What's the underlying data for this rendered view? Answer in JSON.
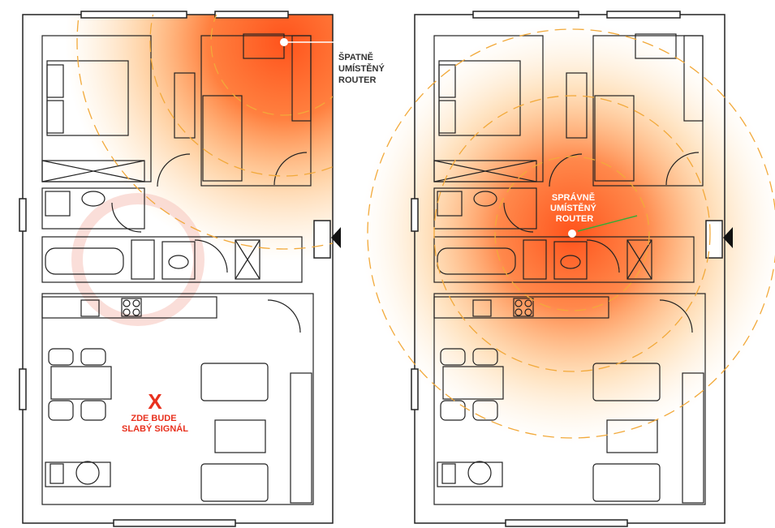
{
  "left_plan": {
    "router_label": [
      "ŠPATNĚ",
      "UMÍSTĚNÝ",
      "ROUTER"
    ],
    "weak_signal_marker": "X",
    "weak_signal_label": [
      "ZDE BUDE",
      "SLABÝ SIGNÁL"
    ]
  },
  "right_plan": {
    "router_label": [
      "SPRÁVNĚ",
      "UMÍSTĚNÝ",
      "ROUTER"
    ]
  },
  "colors": {
    "heat": "#ff5a1a",
    "label_dark": "#333333",
    "label_red": "#e8311e",
    "pointer_green": "#3aaa35"
  }
}
